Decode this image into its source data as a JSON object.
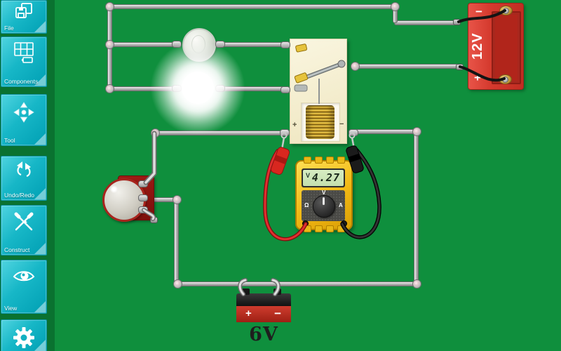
{
  "colors": {
    "background_green": "#0f8f3d",
    "sidebar_teal": "#12b4c5",
    "battery_red": "#d53a2e",
    "multimeter_yellow": "#f2b915",
    "lcd_green": "#cde6b5",
    "wire_silver": "#c9c9c9",
    "relay_cream": "#f5eecd"
  },
  "sidebar": {
    "items": [
      {
        "label": "File",
        "icon": "floppy-disk-icon"
      },
      {
        "label": "Components",
        "icon": "components-grid-icon"
      },
      {
        "label": "Tool",
        "icon": "move-arrows-icon"
      },
      {
        "label": "Undo/Redo",
        "icon": "undo-redo-icon"
      },
      {
        "label": "Construct",
        "icon": "crossed-tools-icon"
      },
      {
        "label": "View",
        "icon": "eye-icon"
      },
      {
        "icon": "gear-icon"
      }
    ]
  },
  "circuit": {
    "relay": {
      "plus": "+",
      "minus": "−"
    },
    "battery12": {
      "minus": "−",
      "label": "12V",
      "plus": "+"
    },
    "battery6": {
      "plus": "+",
      "minus": "−",
      "label": "6V"
    },
    "multimeter": {
      "mode": "V",
      "reading": "4.27",
      "dial_top": "V",
      "dial_left": "Ω",
      "dial_right": "A"
    }
  }
}
